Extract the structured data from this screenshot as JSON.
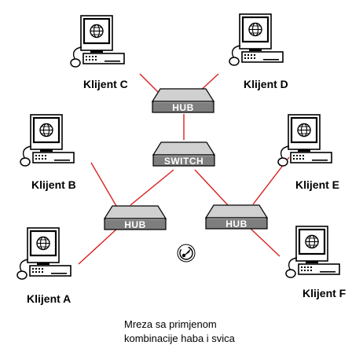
{
  "colors": {
    "link": "#d92020",
    "device_body": "#8a8a8a",
    "device_top": "#cfcfcf",
    "monitor_screen": "#ffffff",
    "outline": "#000000"
  },
  "devices": {
    "hub_top": {
      "label": "HUB"
    },
    "switch": {
      "label": "SWITCH"
    },
    "hub_left": {
      "label": "HUB"
    },
    "hub_right": {
      "label": "HUB"
    }
  },
  "clients": {
    "a": {
      "label": "Klijent A",
      "icon": "computer-icon"
    },
    "b": {
      "label": "Klijent B",
      "icon": "computer-icon"
    },
    "c": {
      "label": "Klijent C",
      "icon": "computer-icon"
    },
    "d": {
      "label": "Klijent D",
      "icon": "computer-icon"
    },
    "e": {
      "label": "Klijent E",
      "icon": "computer-icon"
    },
    "f": {
      "label": "Klijent F",
      "icon": "computer-icon"
    }
  },
  "caption": {
    "line1": "Mreza sa primjenom",
    "line2": "kombinacije haba i svica"
  },
  "badge_icon": "tool-badge-icon"
}
